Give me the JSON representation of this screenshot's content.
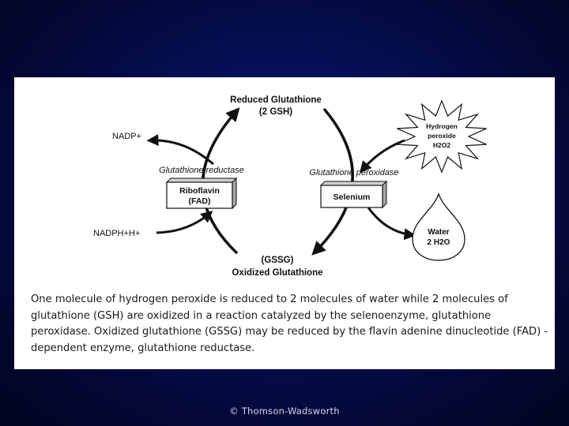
{
  "slide": {
    "footer": "© Thomson-Wadsworth",
    "colors": {
      "background": "#06105a",
      "panel": "#ffffff",
      "ink": "#111111"
    }
  },
  "diagram": {
    "top_label_line1": "Reduced Glutathione",
    "top_label_line2": "(2 GSH)",
    "bottom_label_line1": "(GSSG)",
    "bottom_label_line2": "Oxidized Glutathione",
    "left_enzyme": "Glutathione reductase",
    "right_enzyme": "Glutathione peroxidase",
    "left_box_line1": "Riboflavin",
    "left_box_line2": "(FAD)",
    "right_box": "Selenium",
    "nadp_label": "NADP+",
    "nadph_label": "NADPH+H+",
    "burst_line1": "Hydrogen",
    "burst_line2": "peroxide",
    "burst_line3": "H2O2",
    "drop_line1": "Water",
    "drop_line2": "2 H2O"
  },
  "caption": "One molecule of hydrogen peroxide is reduced to 2 molecules of water while 2 molecules of glutathione (GSH) are oxidized in a  reaction catalyzed by the selenoenzyme, glutathione peroxidase. Oxidized glutathione (GSSG) may be reduced by the flavin adenine dinucleotide (FAD) -dependent enzyme, glutathione reductase."
}
